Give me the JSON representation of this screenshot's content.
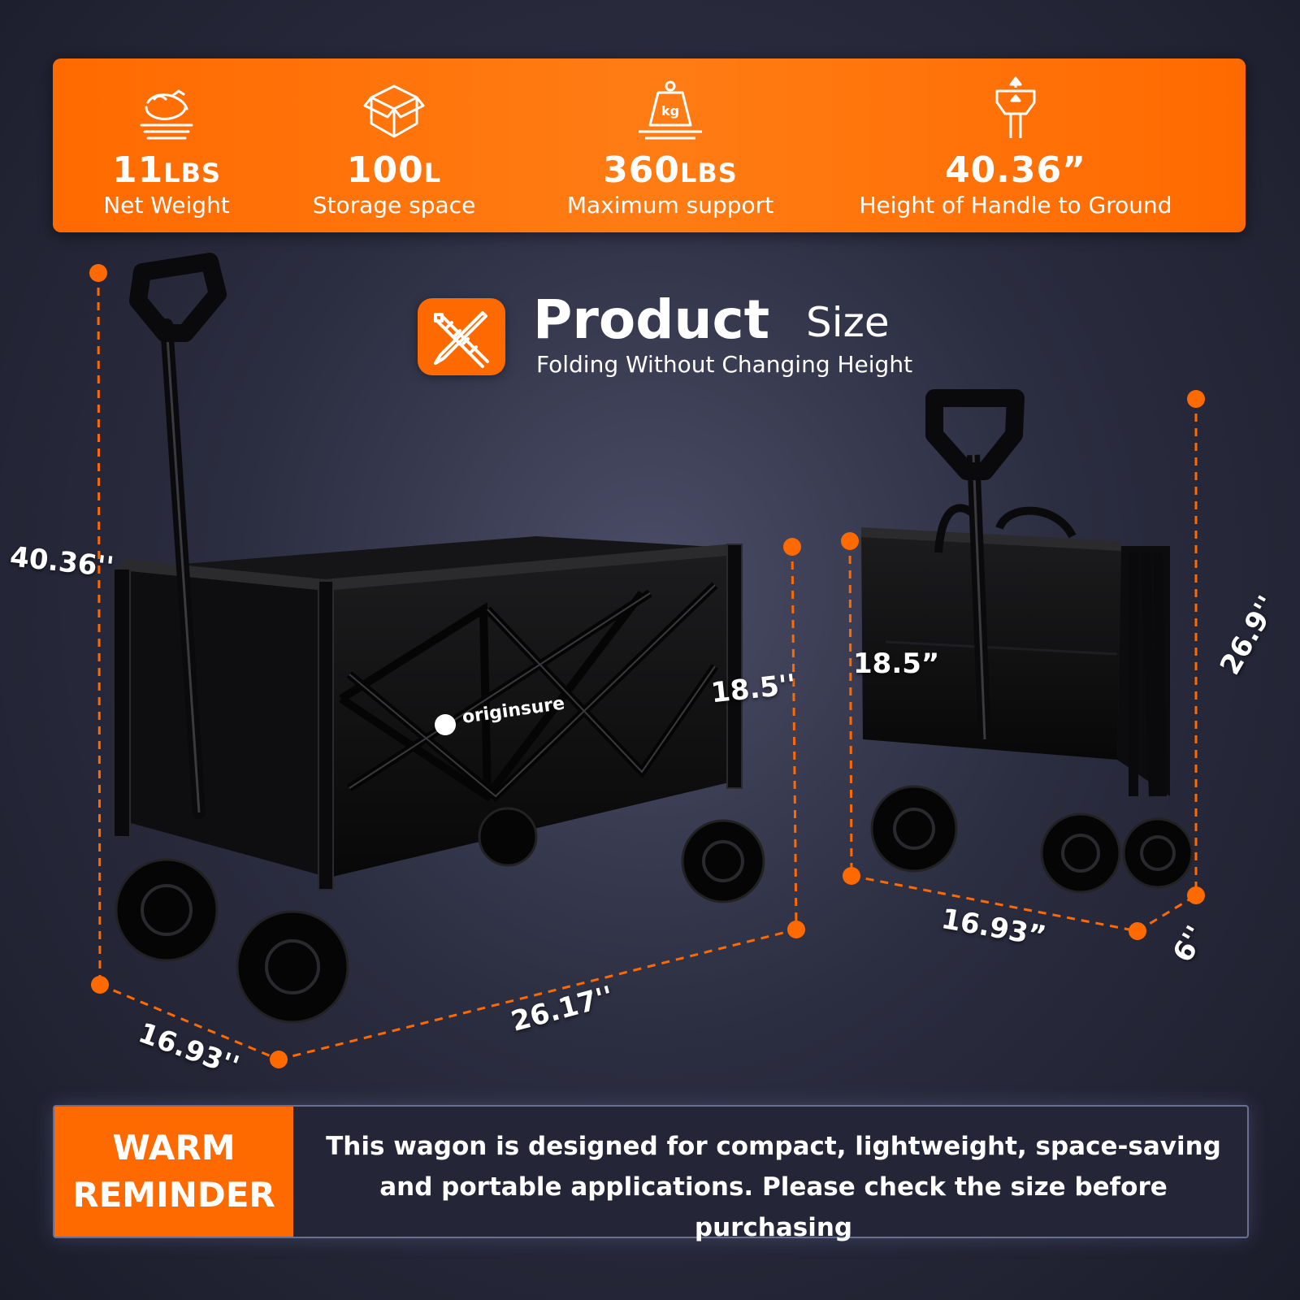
{
  "specs": [
    {
      "value": "11",
      "unit": "LBS",
      "label": "Net Weight",
      "icon": "weight-plate-icon"
    },
    {
      "value": "100",
      "unit": "L",
      "label": "Storage space",
      "icon": "box-icon"
    },
    {
      "value": "360",
      "unit": "LBS",
      "label": "Maximum support",
      "icon": "kg-weight-icon"
    },
    {
      "value": "40.36”",
      "unit": "",
      "label": "Height of Handle to Ground",
      "icon": "handle-height-icon"
    }
  ],
  "title": {
    "main": "Product",
    "sub": "Size",
    "caption": "Folding Without Changing Height",
    "icon": "ruler-pencil-icon"
  },
  "unfolded": {
    "brand": "originsure",
    "height": "40.36''",
    "depth": "16.93''",
    "length": "26.17''",
    "box_height": "18.5''"
  },
  "folded": {
    "box_height": "18.5”",
    "height": "26.9''",
    "width": "16.93”",
    "depth": "6''"
  },
  "reminder": {
    "heading_line1": "WARM",
    "heading_line2": "REMINDER",
    "text_line1": "This wagon is designed for compact, lightweight, space-saving",
    "text_line2": "and portable applications. Please check the size before purchasing"
  },
  "colors": {
    "accent": "#ff6a00",
    "background": "#2b2d40",
    "dimension_line": "#ff6a00"
  }
}
